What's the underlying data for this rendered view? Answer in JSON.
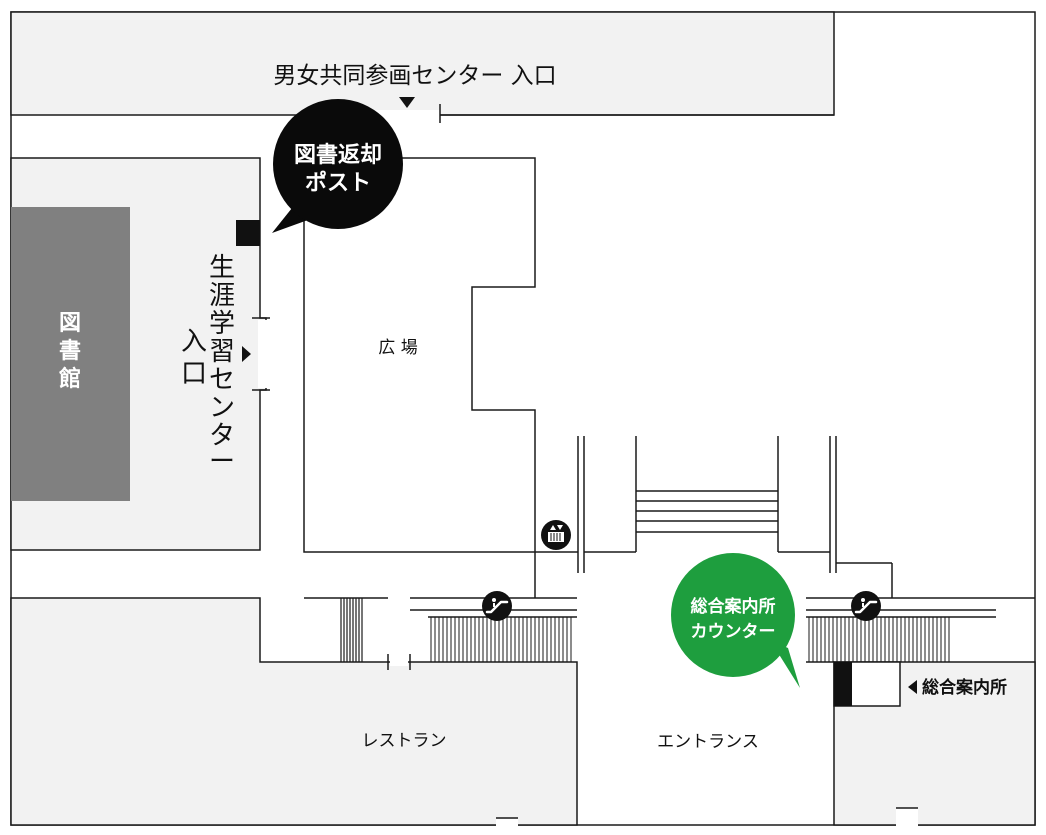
{
  "labels": {
    "gender_center_entrance": "男女共同参画センター 入口",
    "book_return": [
      "図書返却",
      "ポスト"
    ],
    "lifelong_center_entrance": [
      "生",
      "涯",
      "学",
      "習",
      "セ",
      "ン",
      "タ",
      "ー"
    ],
    "lifelong_entrance_word": [
      "入",
      "口"
    ],
    "library": [
      "図",
      "書",
      "館"
    ],
    "plaza": "広 場",
    "restaurant": "レストラン",
    "entrance": "エントランス",
    "info_counter": [
      "総合案内所",
      "カウンター"
    ],
    "info_desk": "総合案内所"
  },
  "icons": {
    "elevator": "elevator-icon",
    "escalator": "escalator-icon"
  },
  "colors": {
    "building_fill": "#f2f2f2",
    "library_fill": "#808080",
    "black_bubble": "#0a0a0a",
    "green_bubble": "#1e9e3e",
    "outline": "#1a1a1a"
  }
}
